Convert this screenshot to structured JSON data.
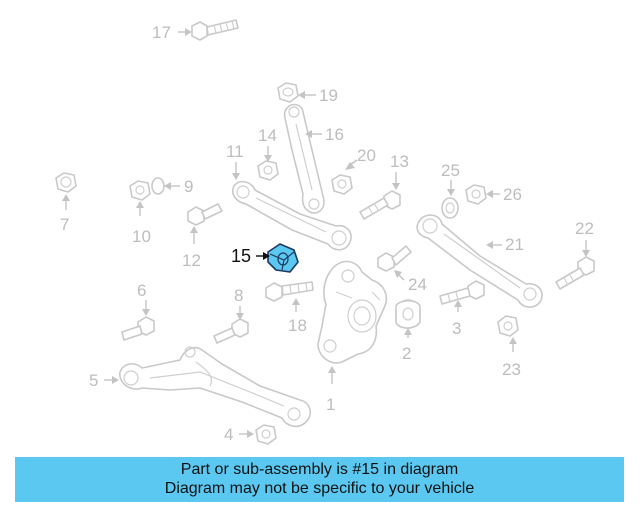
{
  "diagram": {
    "highlighted_part": "15",
    "callouts": [
      "1",
      "2",
      "3",
      "4",
      "5",
      "6",
      "7",
      "8",
      "9",
      "10",
      "11",
      "12",
      "13",
      "14",
      "15",
      "16",
      "17",
      "18",
      "19",
      "20",
      "21",
      "22",
      "23",
      "24",
      "25",
      "26"
    ]
  },
  "banner": {
    "line1": "Part or sub-assembly is #15 in diagram",
    "line2": "Diagram may not be specific to your vehicle",
    "background": "#5bc8f2"
  },
  "colors": {
    "highlight_fill": "#5bc8f2",
    "highlight_outline": "#1e3a5f",
    "line_art": "#c9c9c9"
  }
}
